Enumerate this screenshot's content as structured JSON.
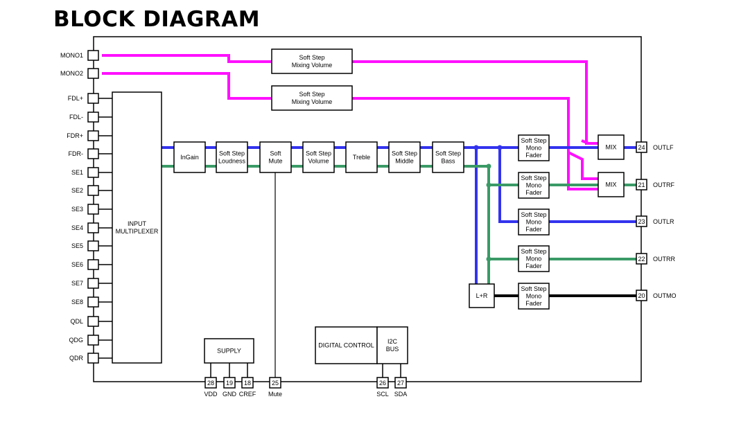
{
  "title": "BLOCK DIAGRAM",
  "colors": {
    "magenta": "#ff10ff",
    "blue": "#3333ee",
    "green": "#3a9a66",
    "black": "#000000"
  },
  "left_pins": [
    "MONO1",
    "MONO2",
    "FDL+",
    "FDL-",
    "FDR+",
    "FDR-",
    "SE1",
    "SE2",
    "SE3",
    "SE4",
    "SE5",
    "SE6",
    "SE7",
    "SE8",
    "QDL",
    "QDG",
    "QDR"
  ],
  "blocks": {
    "mix_vol_1": [
      "Soft Step",
      "Mixing Volume"
    ],
    "mix_vol_2": [
      "Soft Step",
      "Mixing Volume"
    ],
    "input_mux": [
      "INPUT",
      "MULTIPLEXER"
    ],
    "ingain": [
      "InGain"
    ],
    "loudness": [
      "Soft Step",
      "Loudness"
    ],
    "soft_mute": [
      "Soft",
      "Mute"
    ],
    "volume": [
      "Soft Step",
      "Volume"
    ],
    "treble": [
      "Treble"
    ],
    "middle": [
      "Soft Step",
      "Middle"
    ],
    "bass": [
      "Soft Step",
      "Bass"
    ],
    "fader_lf": [
      "Soft Step",
      "Mono",
      "Fader"
    ],
    "fader_rf": [
      "Soft Step",
      "Mono",
      "Fader"
    ],
    "fader_lr": [
      "Soft Step",
      "Mono",
      "Fader"
    ],
    "fader_rr": [
      "Soft Step",
      "Mono",
      "Fader"
    ],
    "fader_mo": [
      "Soft Step",
      "Mono",
      "Fader"
    ],
    "mix_l": [
      "MIX"
    ],
    "mix_r": [
      "MIX"
    ],
    "lplusr": [
      "L+R"
    ],
    "supply": [
      "SUPPLY"
    ],
    "digital_control": [
      "DIGITAL CONTROL"
    ],
    "i2c_bus": [
      "I2C",
      "BUS"
    ]
  },
  "right_pins": [
    {
      "num": "24",
      "label": "OUTLF"
    },
    {
      "num": "21",
      "label": "OUTRF"
    },
    {
      "num": "23",
      "label": "OUTLR"
    },
    {
      "num": "22",
      "label": "OUTRR"
    },
    {
      "num": "20",
      "label": "OUTMO"
    }
  ],
  "bottom_pins": [
    {
      "num": "28",
      "label": "VDD"
    },
    {
      "num": "19",
      "label": "GND"
    },
    {
      "num": "18",
      "label": "CREF"
    },
    {
      "num": "25",
      "label": "Mute"
    },
    {
      "num": "26",
      "label": "SCL"
    },
    {
      "num": "27",
      "label": "SDA"
    }
  ]
}
